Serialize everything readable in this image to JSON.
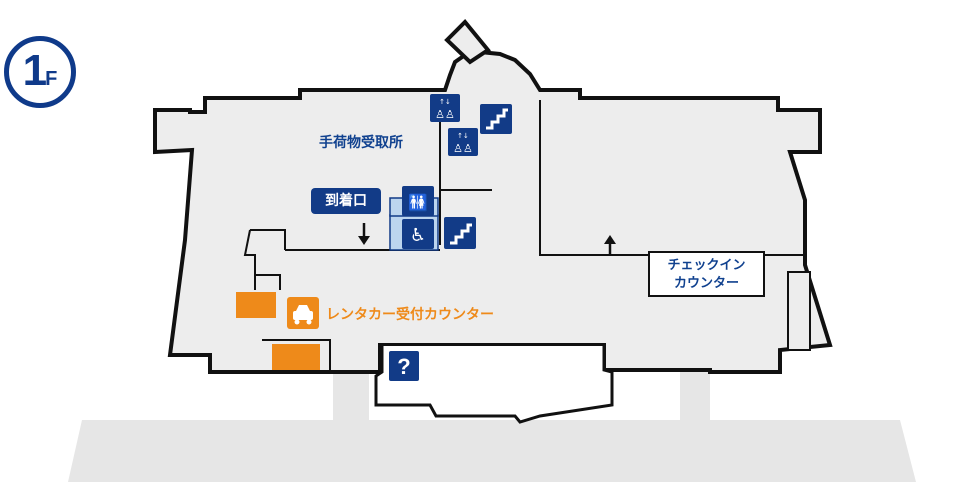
{
  "floor": {
    "number": "1",
    "suffix": "F"
  },
  "labels": {
    "baggage_claim": "手荷物受取所",
    "arrival_exit": "到着口",
    "checkin_line1": "チェックイン",
    "checkin_line2": "カウンター",
    "rental_car": "レンタカー受付カウンター",
    "info_symbol": "?"
  },
  "colors": {
    "wall": "#111111",
    "floor_fill": "#ededed",
    "ground": "#e6e6e6",
    "icon_blue": "#123b87",
    "highlight_blue": "#bcd5ee",
    "rental_orange": "#ee8a1a",
    "text_blue": "#10418f"
  },
  "icons": [
    "elevator-icon",
    "escalator-icon",
    "restroom-icon",
    "accessible-restroom-icon",
    "rental-car-icon",
    "information-icon",
    "arrow-down-icon",
    "arrow-up-icon"
  ]
}
